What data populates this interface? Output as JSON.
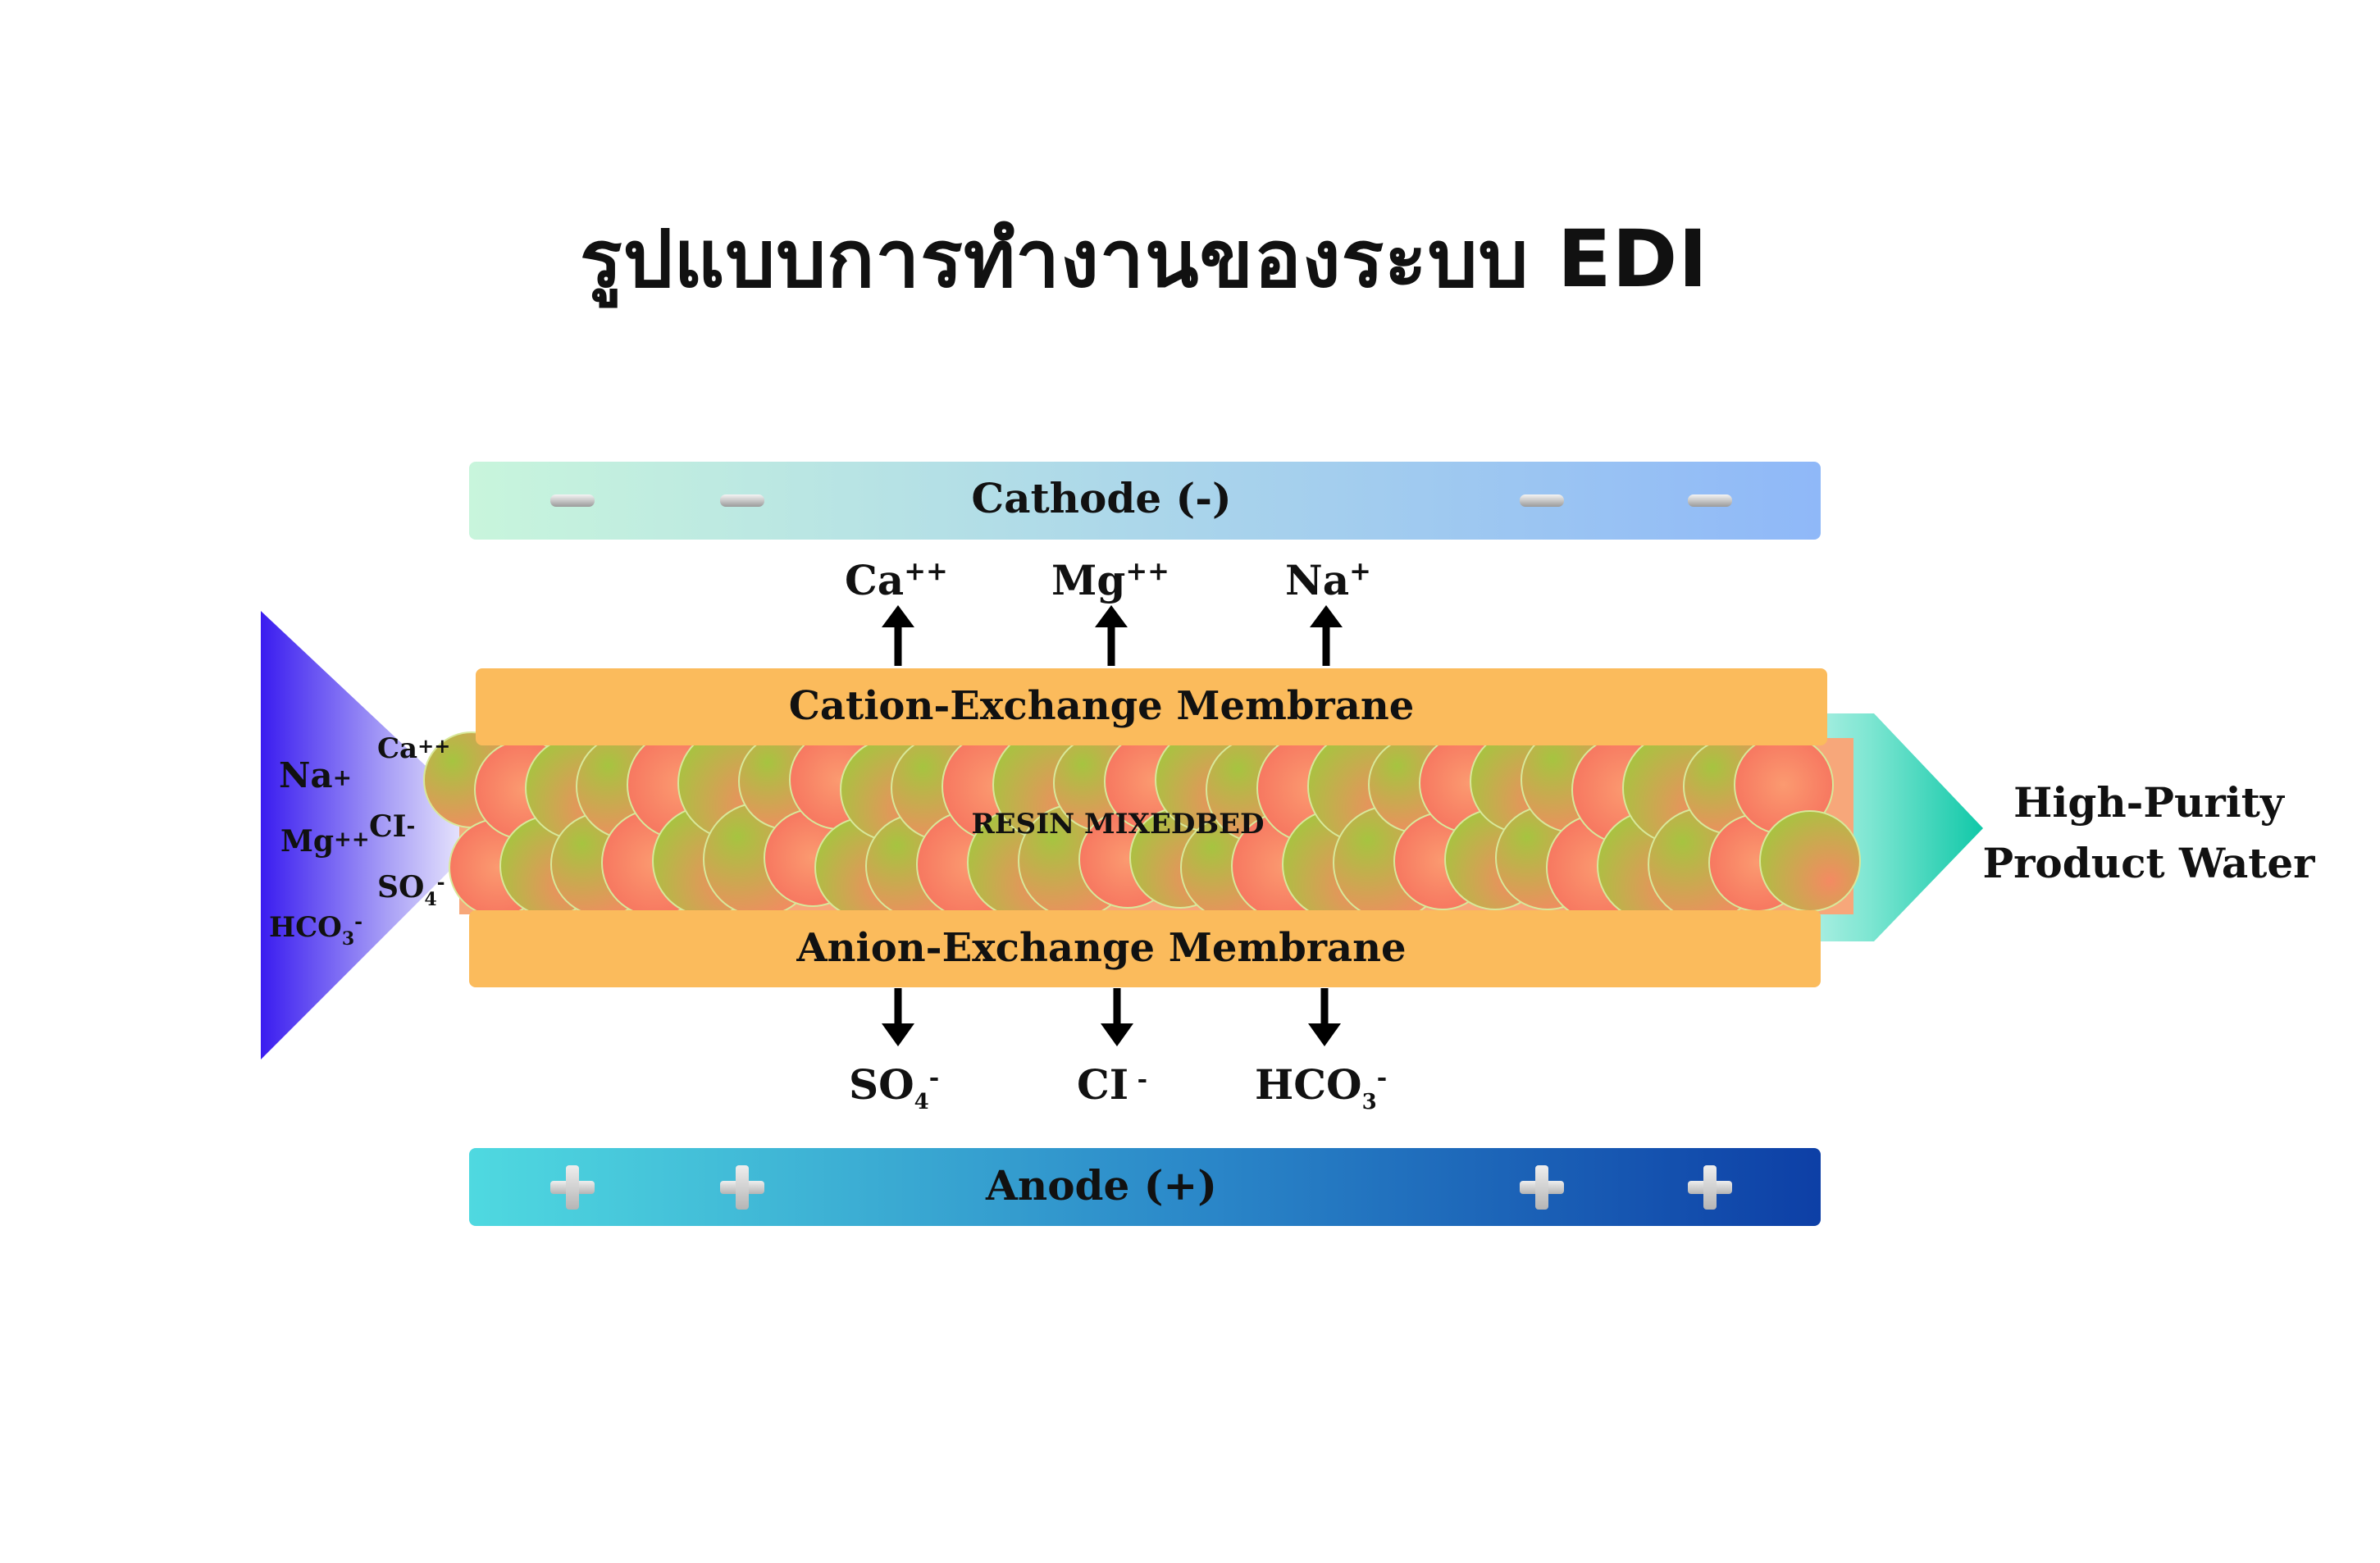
{
  "title": "รูปแบบการทำงานของระบบ EDI",
  "cathode": {
    "label": "Cathode (-)",
    "sign": "−"
  },
  "anode": {
    "label": "Anode (+)",
    "sign": "+"
  },
  "cation_membrane": "Cation-Exchange Membrane",
  "anion_membrane": "Anion-Exchange Membrane",
  "resin": "RESIN MIXEDBED",
  "inlet_ions": [
    {
      "base": "Na",
      "sub": "",
      "sup": "+"
    },
    {
      "base": "Ca",
      "sub": "",
      "sup": "++"
    },
    {
      "base": "Mg",
      "sub": "",
      "sup": "++"
    },
    {
      "base": "CI",
      "sub": "",
      "sup": "-"
    },
    {
      "base": "SO",
      "sub": "4",
      "sup": "-"
    },
    {
      "base": "HCO",
      "sub": "3",
      "sup": "-"
    }
  ],
  "cations_out": [
    {
      "base": "Ca",
      "sup": "++"
    },
    {
      "base": "Mg",
      "sup": "++"
    },
    {
      "base": "Na",
      "sup": "+"
    }
  ],
  "anions_out": [
    {
      "base": "SO",
      "sub": "4",
      "sup": "-"
    },
    {
      "base": "CI",
      "sub": "",
      "sup": " -"
    },
    {
      "base": "HCO",
      "sub": "3",
      "sup": "-"
    }
  ],
  "output": {
    "line1": "High-Purity",
    "line2": "Product Water"
  },
  "colors": {
    "membrane": "#fbbb5c",
    "inlet": "#3a1cf0",
    "outlet": "#1ccfb0",
    "cathode_start": "#c8f5dc",
    "cathode_end": "#8fb8f8",
    "anode_start": "#4fd9e0",
    "anode_end": "#0d3fa6",
    "resin_green": "#a6c440",
    "resin_orange": "#f48a62"
  }
}
